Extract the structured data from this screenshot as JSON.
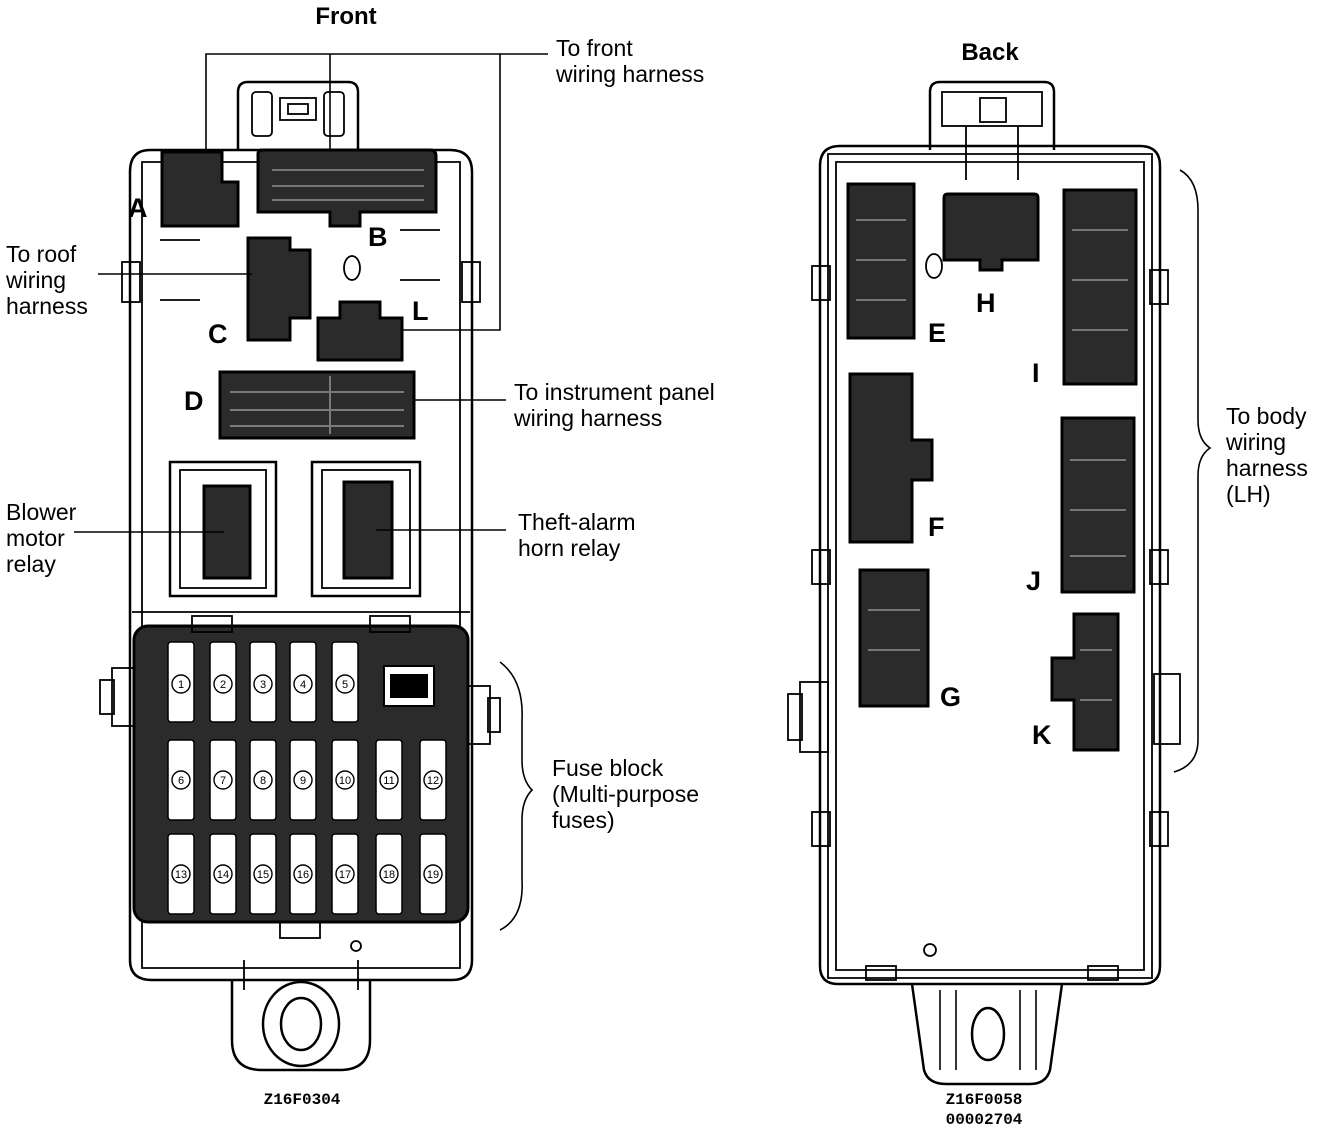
{
  "front": {
    "title": "Front",
    "code": "Z16F0304",
    "connectors": [
      "A",
      "B",
      "C",
      "D",
      "L"
    ],
    "labels": {
      "front_harness": [
        "To front",
        "wiring harness"
      ],
      "roof_harness": [
        "To roof",
        "wiring",
        "harness"
      ],
      "instrument_harness": [
        "To instrument panel",
        "wiring harness"
      ],
      "blower_relay": [
        "Blower",
        "motor",
        "relay"
      ],
      "theft_relay": [
        "Theft-alarm",
        "horn relay"
      ],
      "fuse_block": [
        "Fuse block",
        "(Multi-purpose",
        "fuses)"
      ]
    },
    "fuses": [
      "1",
      "2",
      "3",
      "4",
      "5",
      "6",
      "7",
      "8",
      "9",
      "10",
      "11",
      "12",
      "13",
      "14",
      "15",
      "16",
      "17",
      "18",
      "19"
    ]
  },
  "back": {
    "title": "Back",
    "code": "Z16F0058",
    "code2": "00002704",
    "connectors": [
      "E",
      "F",
      "G",
      "H",
      "I",
      "J",
      "K"
    ],
    "labels": {
      "body_harness": [
        "To body",
        "wiring",
        "harness",
        "(LH)"
      ]
    }
  },
  "colors": {
    "ink": "#000000",
    "fill_dark": "#2b2b2b",
    "paper": "#ffffff"
  }
}
